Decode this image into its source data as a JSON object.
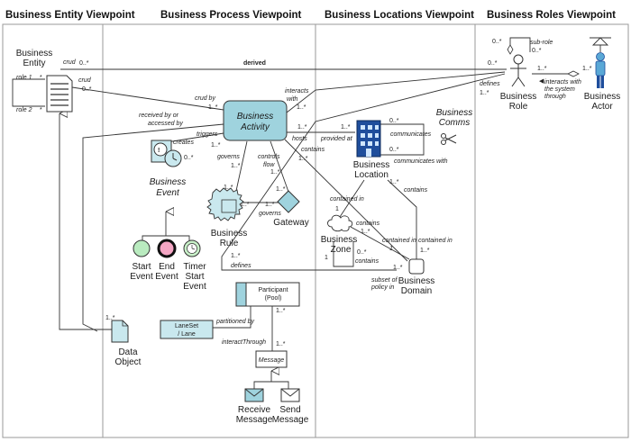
{
  "headers": {
    "entity": "Business Entity Viewpoint",
    "process": "Business Process Viewpoint",
    "locations": "Business Locations Viewpoint",
    "roles": "Business Roles Viewpoint"
  },
  "nodes": {
    "business_entity": [
      "Business",
      "Entity"
    ],
    "business_activity": [
      "Business",
      "Activity"
    ],
    "business_event": [
      "Business",
      "Event"
    ],
    "business_rule": [
      "Business",
      "Rule"
    ],
    "gateway": "Gateway",
    "start_event": [
      "Start",
      "Event"
    ],
    "end_event": [
      "End",
      "Event"
    ],
    "timer_start_event": [
      "Timer",
      "Start",
      "Event"
    ],
    "data_object": [
      "Data",
      "Object"
    ],
    "participant": [
      "Participant",
      "(Pool)"
    ],
    "laneset": [
      "LaneSet",
      "/ Lane"
    ],
    "message": "Message",
    "receive_message": [
      "Receive",
      "Message"
    ],
    "send_message": [
      "Send",
      "Message"
    ],
    "business_location": [
      "Business",
      "Location"
    ],
    "business_comms": [
      "Business",
      "Comms"
    ],
    "business_zone": [
      "Business",
      "Zone"
    ],
    "business_domain": [
      "Business",
      "Domain"
    ],
    "business_role": [
      "Business",
      "Role"
    ],
    "business_actor": [
      "Business",
      "Actor"
    ]
  },
  "labels": {
    "derived": "derived",
    "crud": "crud",
    "crud_by": "crud by",
    "role1": "role 1",
    "role2": "role 2",
    "received_by": [
      "received by or",
      "accessed by"
    ],
    "triggers": "triggers",
    "creates": "creates",
    "interacts_with": [
      "interacts",
      "with"
    ],
    "defines": "defines",
    "governs": "governs",
    "controls_flow": [
      "controls",
      "flow"
    ],
    "hosts": "hosts",
    "contains": "contains",
    "provided_at": "provided at",
    "communicates": "communicates",
    "communicates_with": "communicates with",
    "contained_in": "contained in",
    "partitioned_by": "partitioned by",
    "interact_through": "interactThrough",
    "subset_of_policy_in": [
      "subset of",
      "policy in"
    ],
    "sub_role": "sub-role",
    "interacts_system": [
      "interacts with",
      "the system",
      "through"
    ]
  },
  "mult": {
    "zero_many": "0..*",
    "one_many": "1..*",
    "many": "*",
    "one": "1"
  },
  "colors": {
    "fill_light": "#c9e8ee",
    "fill_mid": "#9fd3de",
    "location_blue": "#1f4e9c",
    "start_green": "#b9ebbf",
    "end_pink": "#f4a6c4",
    "timer_green": "#c8f0c8",
    "divider": "#9a9a9a"
  }
}
